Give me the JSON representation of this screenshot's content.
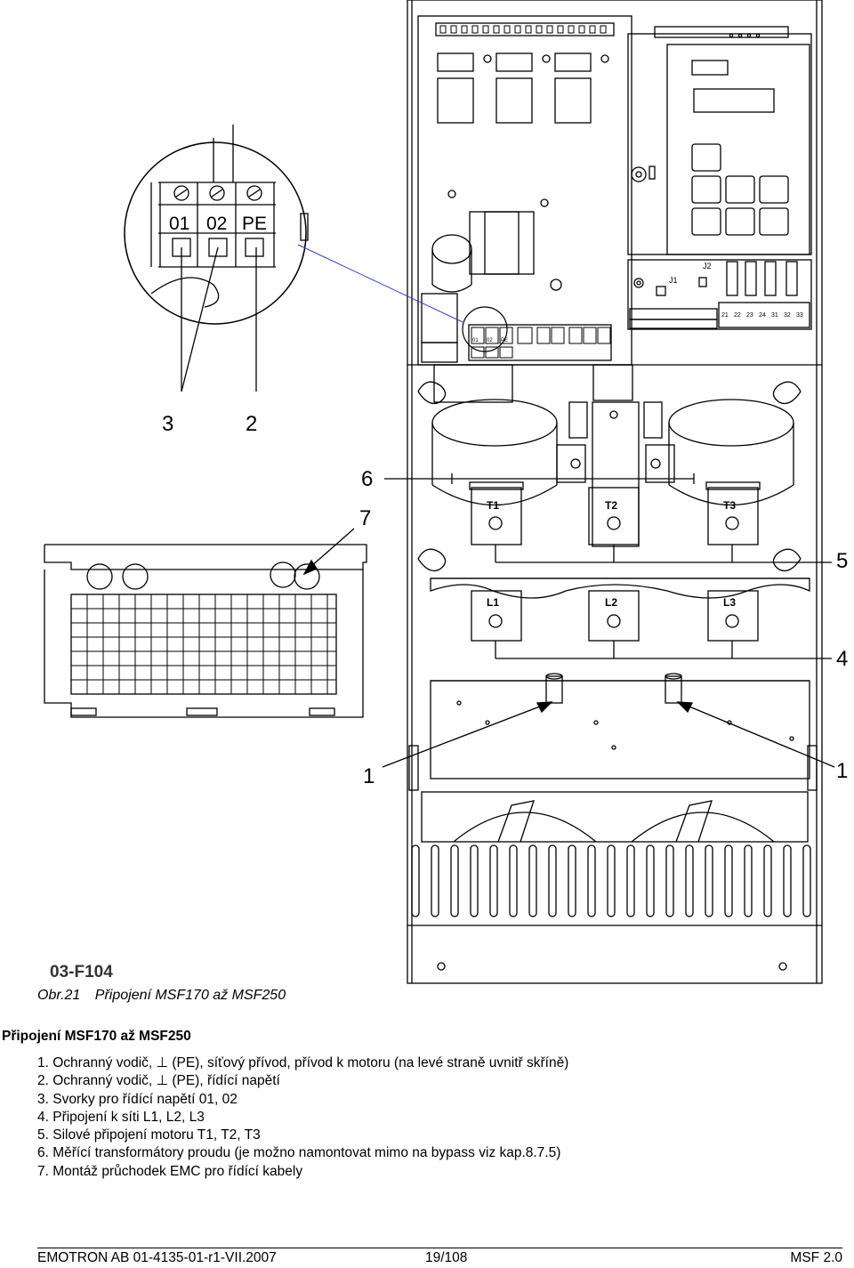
{
  "figure": {
    "code": "03-F104",
    "callouts": [
      "1",
      "1",
      "2",
      "3",
      "4",
      "5",
      "6",
      "7"
    ],
    "terminal_labels_zoom": [
      "01",
      "02",
      "PE"
    ],
    "terminal_labels_small": [
      "01",
      "02",
      "PE"
    ],
    "motor_terminals": [
      "T1",
      "T2",
      "T3"
    ],
    "mains_terminals": [
      "L1",
      "L2",
      "L3"
    ],
    "jumpers": [
      "J1",
      "J2"
    ],
    "relay_terminals": [
      "21",
      "22",
      "23",
      "24",
      "31",
      "32",
      "33"
    ]
  },
  "caption": {
    "number": "Obr.21",
    "text": "Připojení MSF170 až MSF250"
  },
  "section_title": "Připojení MSF170 až MSF250",
  "legend": [
    "1. Ochranný vodič, ⊥ (PE), síťový přívod, přívod k motoru (na levé straně uvnitř skříně)",
    "2. Ochranný vodič, ⊥ (PE), řídící napětí",
    "3. Svorky pro řídící napětí 01, 02",
    "4. Připojení k síti L1, L2, L3",
    "5. Silové připojení motoru T1, T2, T3",
    "6. Měřící transformátory proudu (je možno namontovat mimo na bypass viz kap.8.7.5)",
    "7. Montáž průchodek EMC pro řídící kabely"
  ],
  "footer": {
    "left": "EMOTRON AB 01-4135-01-r1-VII.2007",
    "center": "19/108",
    "right": "MSF 2.0"
  }
}
